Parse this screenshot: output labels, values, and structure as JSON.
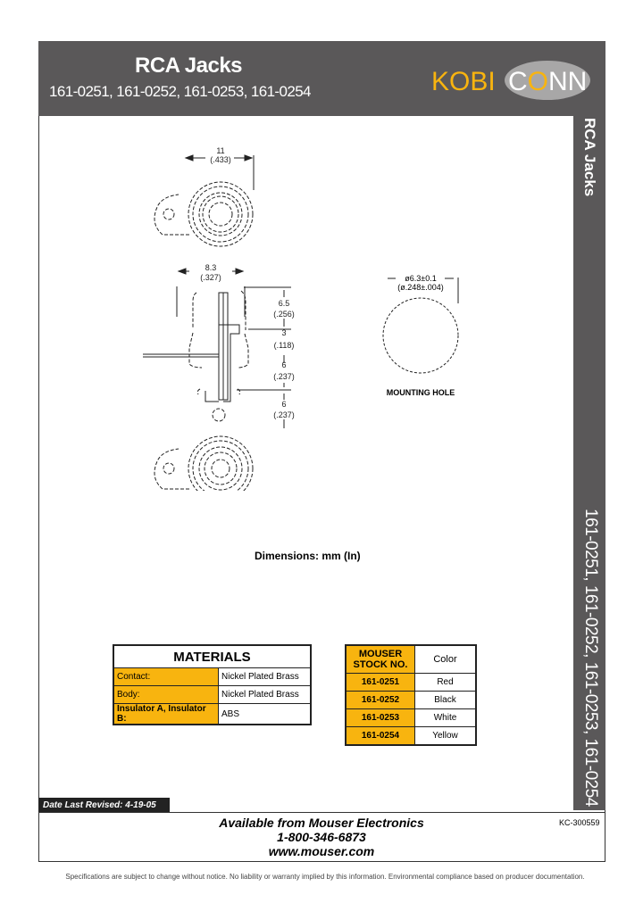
{
  "header": {
    "title": "RCA Jacks",
    "subtitle": "161-0251, 161-0252, 161-0253, 161-0254",
    "logo": "KOBICONN",
    "colors": {
      "brand_yellow": "#f8b40f",
      "header_gray": "#5a5859"
    }
  },
  "side": {
    "title": "RCA Jacks",
    "parts": "161-0251, 161-0252, 161-0253, 161-0254"
  },
  "drawing": {
    "top_width_mm": "11",
    "top_width_in": "(.433)",
    "side_width_mm": "8.3",
    "side_width_in": "(.327)",
    "h1_mm": "6.5",
    "h1_in": "(.256)",
    "h2_mm": "3",
    "h2_in": "(.118)",
    "h3_mm": "6",
    "h3_in": "(.237)",
    "h4_mm": "6",
    "h4_in": "(.237)",
    "hole_mm": "ø6.3±0.1",
    "hole_in": "(ø.248±.004)",
    "hole_label": "MOUNTING HOLE",
    "units_note": "Dimensions: mm (In)"
  },
  "materials": {
    "title": "MATERIALS",
    "rows": [
      {
        "k": "Contact:",
        "v": "Nickel Plated Brass"
      },
      {
        "k": "Body:",
        "v": "Nickel Plated Brass"
      },
      {
        "k": "Insulator A, Insulator B:",
        "v": "ABS"
      }
    ]
  },
  "stock": {
    "h1": "MOUSER STOCK NO.",
    "h2": "Color",
    "rows": [
      {
        "no": "161-0251",
        "c": "Red"
      },
      {
        "no": "161-0252",
        "c": "Black"
      },
      {
        "no": "161-0253",
        "c": "White"
      },
      {
        "no": "161-0254",
        "c": "Yellow"
      }
    ]
  },
  "footer": {
    "date": "Date Last Revised:  4-19-05",
    "avail": "Available from Mouser Electronics",
    "phone": "1-800-346-6873",
    "web": "www.mouser.com",
    "code": "KC-300559",
    "fine": "Specifications are subject to change without notice. No liability or warranty implied by this information. Environmental compliance based on producer documentation."
  }
}
